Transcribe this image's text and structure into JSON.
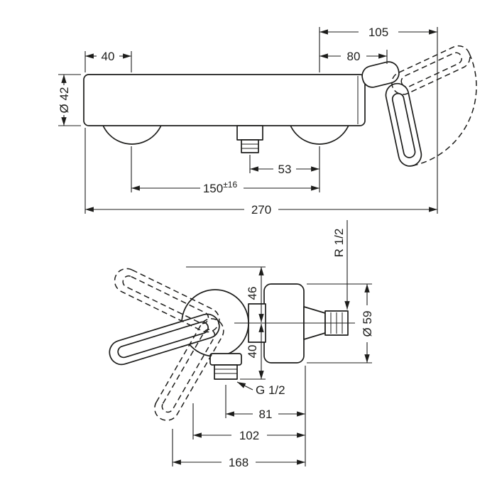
{
  "front_view": {
    "dims": {
      "width_40": "40",
      "width_80": "80",
      "width_105": "105",
      "diameter_42": "Ø 42",
      "width_53": "53",
      "width_150": "150",
      "width_150_tolerance": "±16",
      "width_270": "270"
    }
  },
  "side_view": {
    "dims": {
      "height_46": "46",
      "height_40": "40",
      "diameter_59": "Ø 59",
      "thread_r": "R 1/2",
      "thread_g": "G 1/2",
      "width_81": "81",
      "width_102": "102",
      "width_168": "168"
    }
  },
  "colors": {
    "line": "#1d1d1b",
    "background": "#ffffff"
  }
}
